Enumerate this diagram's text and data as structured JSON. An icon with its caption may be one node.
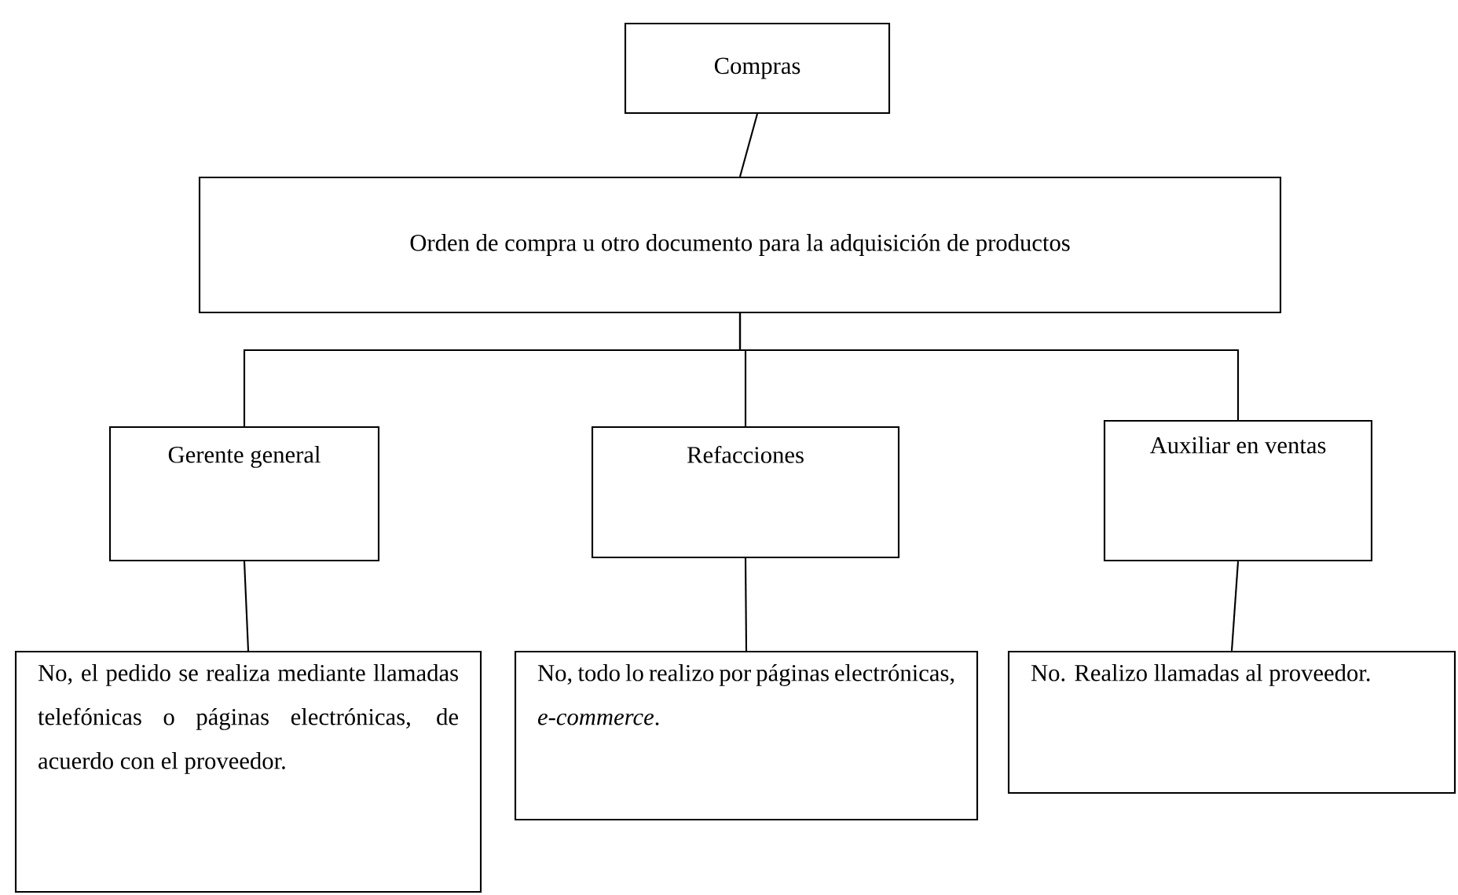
{
  "diagram": {
    "nodes": [
      {
        "text": [
          "Compras"
        ]
      },
      {
        "text": [
          "Orden de compra u otro documento para la adquisición de productos"
        ]
      },
      {
        "text": [
          "Gerente general"
        ]
      },
      {
        "text": [
          "Refacciones"
        ]
      },
      {
        "text": [
          "Auxiliar en ventas"
        ]
      },
      {
        "text": [
          "No, el pedido se realiza mediante llamadas telefónicas o páginas electrónicas, de acuerdo con el proveedor."
        ]
      },
      {
        "text": [
          "No, todo lo realizo por páginas electrónicas, *e-commerce*."
        ]
      },
      {
        "text": [
          "No. Realizo llamadas al proveedor."
        ]
      }
    ],
    "edges": [
      {
        "from": 0,
        "to": 1,
        "arrow": "none"
      },
      {
        "from": 1,
        "to": 2,
        "arrow": "none"
      },
      {
        "from": 1,
        "to": 3,
        "arrow": "none"
      },
      {
        "from": 1,
        "to": 4,
        "arrow": "none"
      },
      {
        "from": 2,
        "to": 5,
        "arrow": "none"
      },
      {
        "from": 3,
        "to": 6,
        "arrow": "none"
      },
      {
        "from": 4,
        "to": 7,
        "arrow": "none"
      }
    ]
  }
}
